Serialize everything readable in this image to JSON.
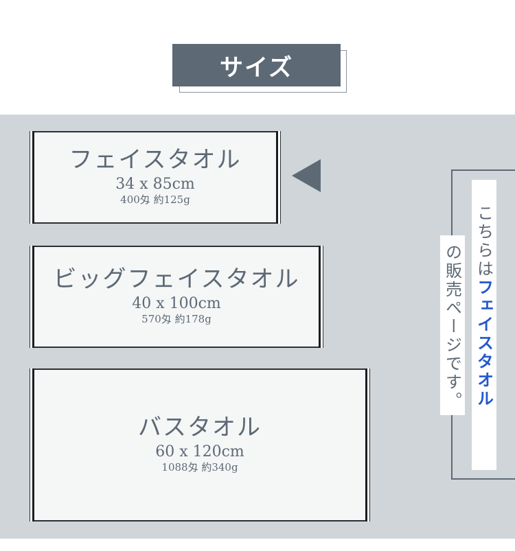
{
  "header": {
    "title": "サイズ"
  },
  "towels": [
    {
      "name": "フェイスタオル",
      "size": "34 x 85cm",
      "weight": "400匁 約125g"
    },
    {
      "name": "ビッグフェイスタオル",
      "size": "40 x 100cm",
      "weight": "570匁 約178g"
    },
    {
      "name": "バスタオル",
      "size": "60 x 120cm",
      "weight": "1088匁 約340g"
    }
  ],
  "indicator": {
    "icon": "triangle-left-icon",
    "points_to": 0
  },
  "notice": {
    "line1_prefix": "こちらは",
    "line1_highlight": "フェイスタオル",
    "line2": "の販売ページです。"
  },
  "colors": {
    "title_bg": "#5e6976",
    "band_bg": "#cfd5d8",
    "text": "#5d6975",
    "highlight": "#2257cf"
  }
}
